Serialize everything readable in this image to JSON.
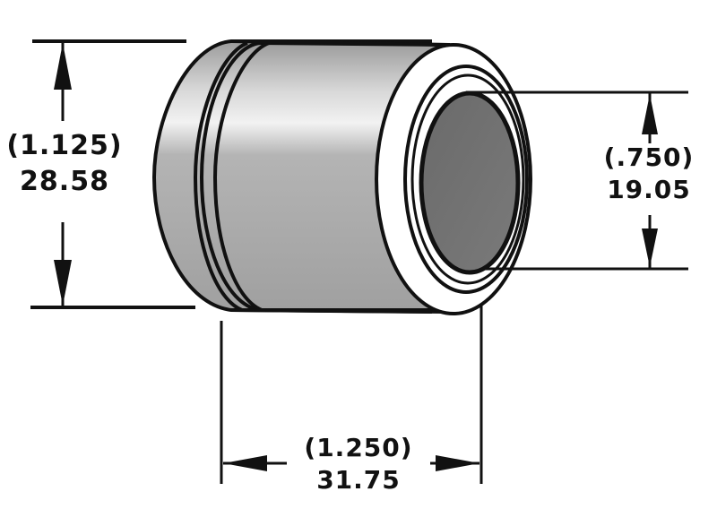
{
  "diagram": {
    "type": "technical-dimension-drawing",
    "subject": "cylindrical bushing / spacer with groove",
    "colors": {
      "line": "#111111",
      "body_shade": "#a8a8a8",
      "body_highlight": "#f2f2f2",
      "bore_fill": "#707070",
      "face_fill": "#ffffff",
      "background": "#ffffff"
    },
    "dimensions": {
      "outer_diameter": {
        "inches": "(1.125)",
        "mm": "28.58"
      },
      "inner_diameter": {
        "inches": "(.750)",
        "mm": "19.05"
      },
      "length": {
        "inches": "(1.250)",
        "mm": "31.75"
      }
    }
  }
}
